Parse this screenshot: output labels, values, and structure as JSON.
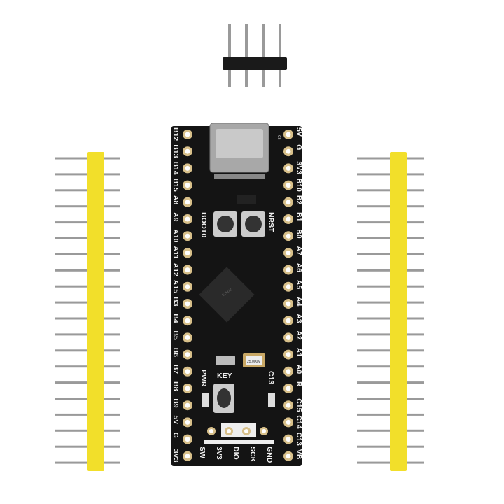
{
  "board": {
    "left_pins": [
      "B12",
      "B13",
      "B14",
      "B15",
      "A8",
      "A9",
      "A10",
      "A11",
      "A12",
      "A15",
      "B3",
      "B4",
      "B5",
      "B6",
      "B7",
      "B8",
      "B9",
      "5V",
      "G",
      "3V3"
    ],
    "right_pins": [
      "5V",
      "G",
      "3V3",
      "B10",
      "B2",
      "B1",
      "B0",
      "A7",
      "A6",
      "A5",
      "A4",
      "A3",
      "A2",
      "A1",
      "A0",
      "R",
      "C15",
      "C14",
      "C13",
      "VB"
    ],
    "swd_pins": [
      "SW",
      "3V3",
      "DIO",
      "SCK",
      "GND"
    ],
    "labels": {
      "boot": "BOOT0",
      "reset": "NRST",
      "power": "PWR",
      "key": "KEY",
      "led": "C13",
      "cap": "C8"
    },
    "chip_marking": "STM32",
    "crystal_marking": "25.000M",
    "colors": {
      "pcb": "#141414",
      "header_plastic": "#f2df2a",
      "pin_metal": "#9a9a9a",
      "pad": "#d8c08a"
    }
  }
}
